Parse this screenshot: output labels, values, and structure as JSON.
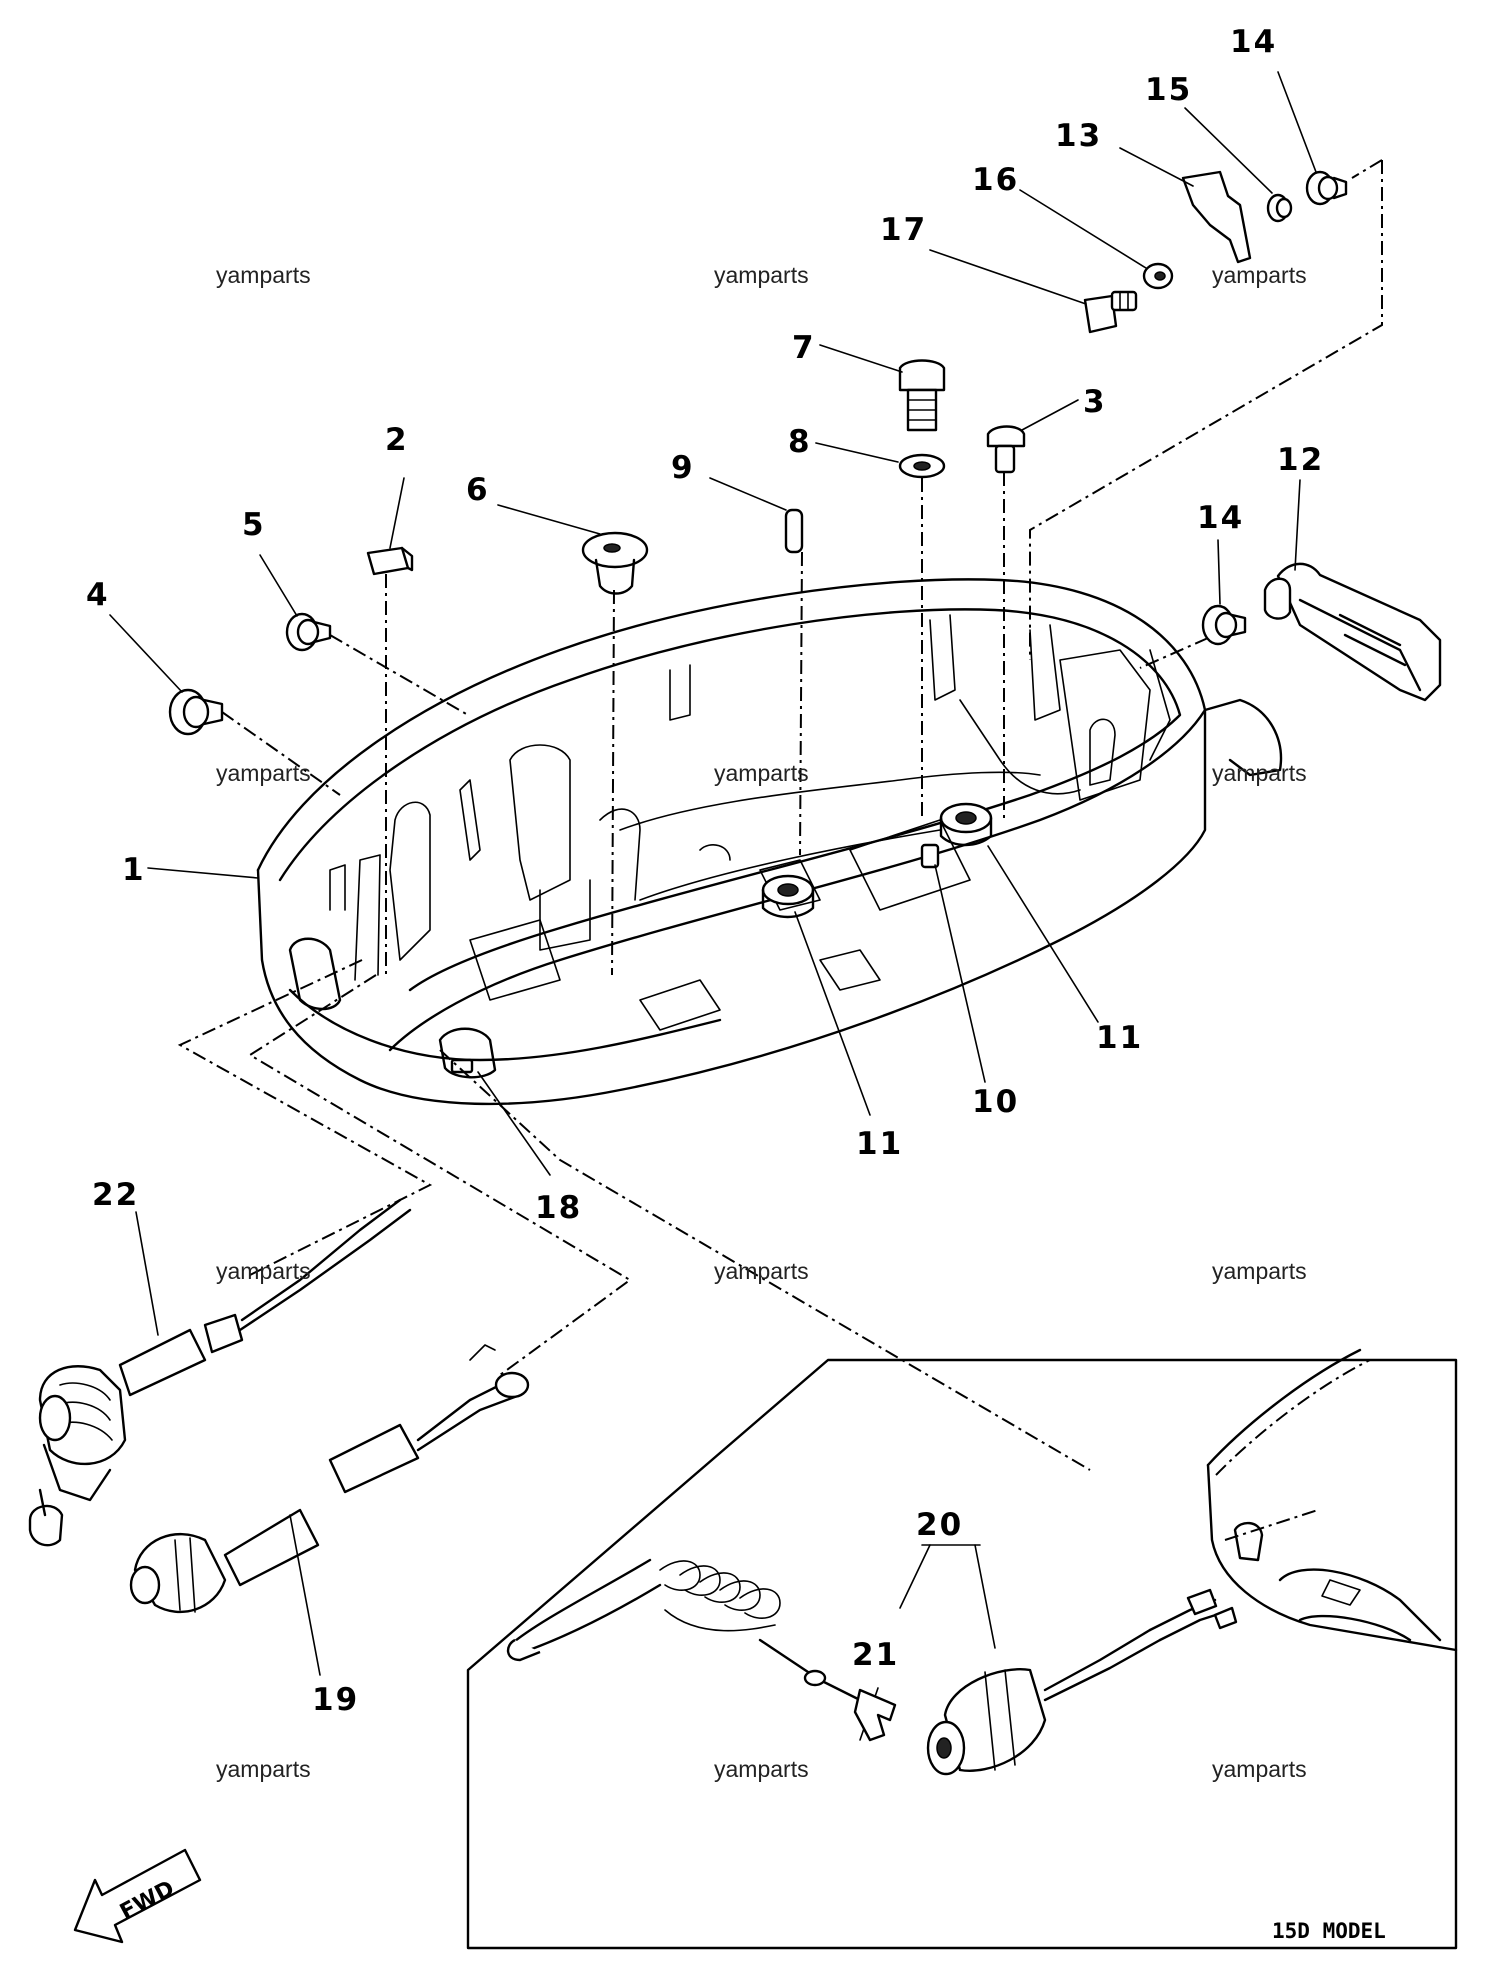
{
  "watermark": "yamparts",
  "inset_label": "15D MODEL",
  "direction_label": "FWD",
  "callouts": [
    {
      "id": "c1",
      "text": "1"
    },
    {
      "id": "c2",
      "text": "2"
    },
    {
      "id": "c3",
      "text": "3"
    },
    {
      "id": "c4",
      "text": "4"
    },
    {
      "id": "c5",
      "text": "5"
    },
    {
      "id": "c6",
      "text": "6"
    },
    {
      "id": "c7",
      "text": "7"
    },
    {
      "id": "c8",
      "text": "8"
    },
    {
      "id": "c9",
      "text": "9"
    },
    {
      "id": "c10",
      "text": "10"
    },
    {
      "id": "c11a",
      "text": "11"
    },
    {
      "id": "c11b",
      "text": "11"
    },
    {
      "id": "c12",
      "text": "12"
    },
    {
      "id": "c13",
      "text": "13"
    },
    {
      "id": "c14a",
      "text": "14"
    },
    {
      "id": "c14b",
      "text": "14"
    },
    {
      "id": "c15",
      "text": "15"
    },
    {
      "id": "c16",
      "text": "16"
    },
    {
      "id": "c17",
      "text": "17"
    },
    {
      "id": "c18",
      "text": "18"
    },
    {
      "id": "c19",
      "text": "19"
    },
    {
      "id": "c20",
      "text": "20"
    },
    {
      "id": "c21",
      "text": "21"
    },
    {
      "id": "c22",
      "text": "22"
    }
  ]
}
